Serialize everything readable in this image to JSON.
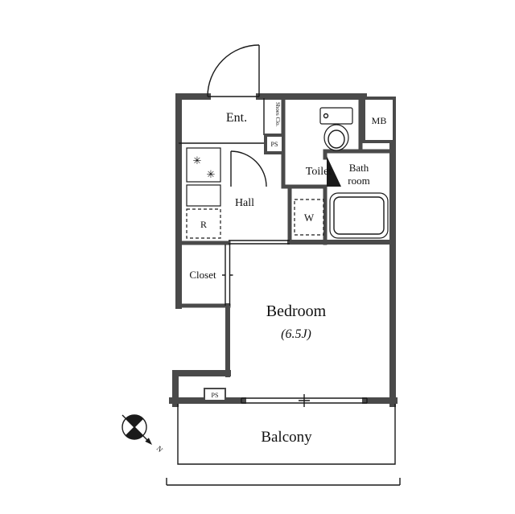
{
  "floor_plan": {
    "rooms": {
      "entrance": "Ent.",
      "hall": "Hall",
      "toilet": "Toilet",
      "bathroom": [
        "Bath",
        "room"
      ],
      "bedroom": {
        "name": "Bedroom",
        "size": "(6.5J)"
      },
      "closet": "Closet",
      "balcony": "Balcony"
    },
    "fixtures": {
      "shoes_closet": "Shoes Clo.",
      "meter_box": "MB",
      "pipe_space_top": "PS",
      "pipe_space_bottom": "PS",
      "refrigerator": "R",
      "washing_machine": "W"
    },
    "compass": {
      "north": "N"
    },
    "icons": {
      "stove_burner": "✳"
    },
    "colors": {
      "wall": "#4a4a4a",
      "line": "#1a1a1a",
      "background": "#ffffff"
    }
  }
}
